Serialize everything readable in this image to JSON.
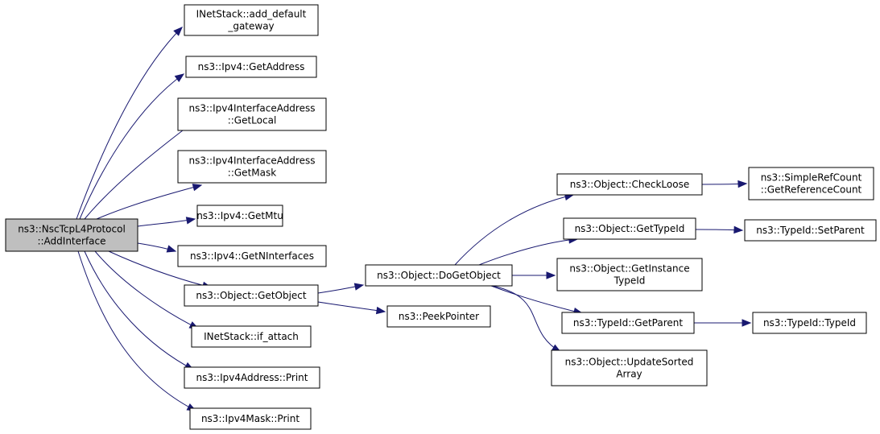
{
  "diagram": {
    "type": "call-graph",
    "root": "n0",
    "colors": {
      "edge": "#191970",
      "root_fill": "#bfbfbf",
      "node_fill": "#ffffff",
      "node_border": "#000000"
    },
    "nodes": [
      {
        "id": "n0",
        "lines": [
          "ns3::NscTcpL4Protocol",
          "::AddInterface"
        ]
      },
      {
        "id": "n1",
        "lines": [
          "INetStack::add_default",
          "_gateway"
        ]
      },
      {
        "id": "n2",
        "lines": [
          "ns3::Ipv4::GetAddress"
        ]
      },
      {
        "id": "n3",
        "lines": [
          "ns3::Ipv4InterfaceAddress",
          "::GetLocal"
        ]
      },
      {
        "id": "n4",
        "lines": [
          "ns3::Ipv4InterfaceAddress",
          "::GetMask"
        ]
      },
      {
        "id": "n5",
        "lines": [
          "ns3::Ipv4::GetMtu"
        ]
      },
      {
        "id": "n6",
        "lines": [
          "ns3::Ipv4::GetNInterfaces"
        ]
      },
      {
        "id": "n7",
        "lines": [
          "ns3::Object::GetObject"
        ]
      },
      {
        "id": "n8",
        "lines": [
          "INetStack::if_attach"
        ]
      },
      {
        "id": "n9",
        "lines": [
          "ns3::Ipv4Address::Print"
        ]
      },
      {
        "id": "n10",
        "lines": [
          "ns3::Ipv4Mask::Print"
        ]
      },
      {
        "id": "n11",
        "lines": [
          "ns3::Object::DoGetObject"
        ]
      },
      {
        "id": "n12",
        "lines": [
          "ns3::PeekPointer"
        ]
      },
      {
        "id": "n13",
        "lines": [
          "ns3::Object::CheckLoose"
        ]
      },
      {
        "id": "n14",
        "lines": [
          "ns3::Object::GetTypeId"
        ]
      },
      {
        "id": "n15",
        "lines": [
          "ns3::Object::GetInstance",
          "TypeId"
        ]
      },
      {
        "id": "n16",
        "lines": [
          "ns3::TypeId::GetParent"
        ]
      },
      {
        "id": "n17",
        "lines": [
          "ns3::Object::UpdateSorted",
          "Array"
        ]
      },
      {
        "id": "n18",
        "lines": [
          "ns3::SimpleRefCount",
          "::GetReferenceCount"
        ]
      },
      {
        "id": "n19",
        "lines": [
          "ns3::TypeId::SetParent"
        ]
      },
      {
        "id": "n20",
        "lines": [
          "ns3::TypeId::TypeId"
        ]
      }
    ],
    "edges": [
      {
        "from": "n0",
        "to": "n1"
      },
      {
        "from": "n0",
        "to": "n2"
      },
      {
        "from": "n0",
        "to": "n3"
      },
      {
        "from": "n0",
        "to": "n4"
      },
      {
        "from": "n0",
        "to": "n5"
      },
      {
        "from": "n0",
        "to": "n6"
      },
      {
        "from": "n0",
        "to": "n7"
      },
      {
        "from": "n0",
        "to": "n8"
      },
      {
        "from": "n0",
        "to": "n9"
      },
      {
        "from": "n0",
        "to": "n10"
      },
      {
        "from": "n7",
        "to": "n11"
      },
      {
        "from": "n7",
        "to": "n12"
      },
      {
        "from": "n11",
        "to": "n13"
      },
      {
        "from": "n11",
        "to": "n14"
      },
      {
        "from": "n11",
        "to": "n15"
      },
      {
        "from": "n11",
        "to": "n16"
      },
      {
        "from": "n11",
        "to": "n17"
      },
      {
        "from": "n13",
        "to": "n18"
      },
      {
        "from": "n14",
        "to": "n19"
      },
      {
        "from": "n16",
        "to": "n20"
      }
    ]
  }
}
